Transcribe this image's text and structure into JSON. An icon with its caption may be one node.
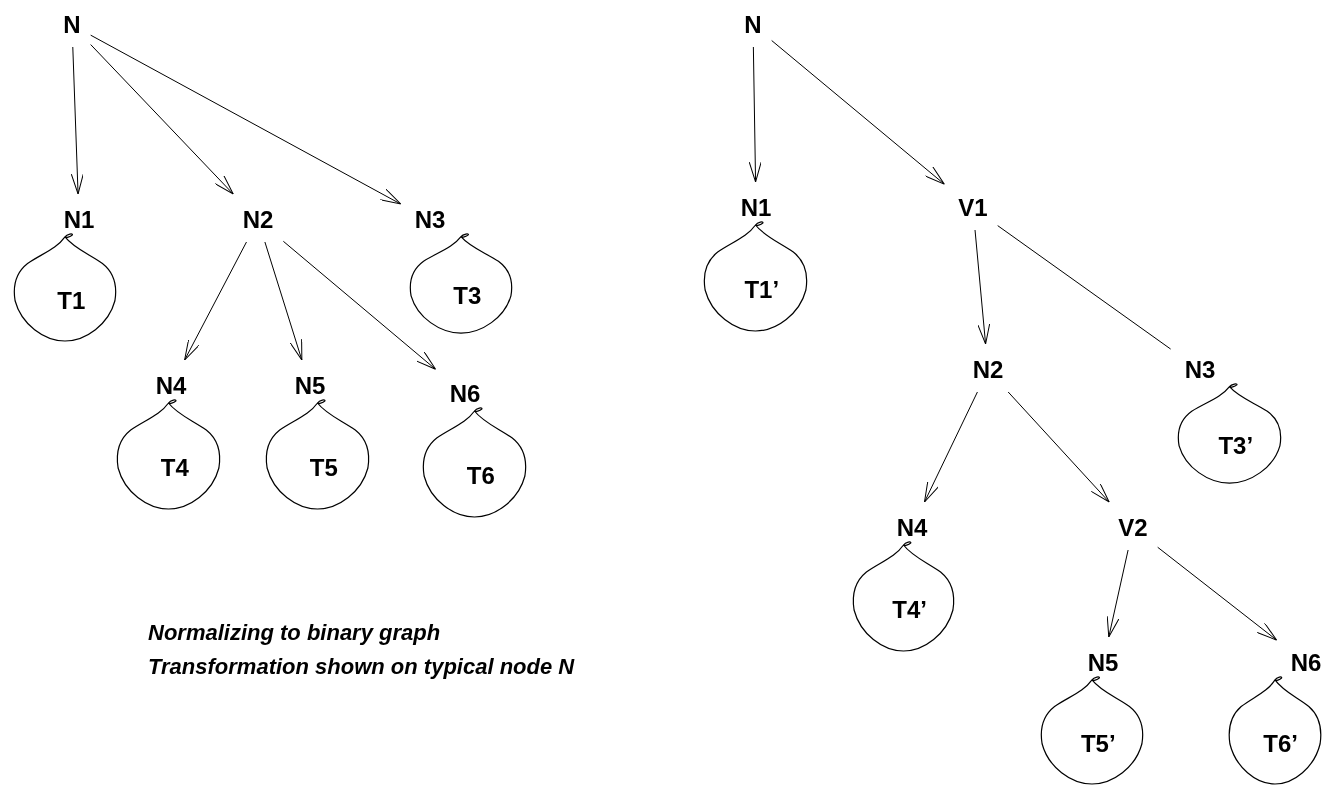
{
  "diagram": {
    "nodes": [
      {
        "text": [
          "N"
        ]
      },
      {
        "text": [
          "N1"
        ]
      },
      {
        "text": [
          "T1"
        ]
      },
      {
        "text": [
          "N2"
        ]
      },
      {
        "text": [
          "N3"
        ]
      },
      {
        "text": [
          "T3"
        ]
      },
      {
        "text": [
          "N4"
        ]
      },
      {
        "text": [
          "T4"
        ]
      },
      {
        "text": [
          "N5"
        ]
      },
      {
        "text": [
          "T5"
        ]
      },
      {
        "text": [
          "N6"
        ]
      },
      {
        "text": [
          "T6"
        ]
      },
      {
        "text": [
          "N"
        ]
      },
      {
        "text": [
          "N1"
        ]
      },
      {
        "text": [
          "T1’"
        ]
      },
      {
        "text": [
          "V1"
        ]
      },
      {
        "text": [
          "N2"
        ]
      },
      {
        "text": [
          "N3"
        ]
      },
      {
        "text": [
          "T3’"
        ]
      },
      {
        "text": [
          "N4"
        ]
      },
      {
        "text": [
          "T4’"
        ]
      },
      {
        "text": [
          "V2"
        ]
      },
      {
        "text": [
          "N5"
        ]
      },
      {
        "text": [
          "T5’"
        ]
      },
      {
        "text": [
          "N6"
        ]
      },
      {
        "text": [
          "T6’"
        ]
      }
    ],
    "edges": [
      {
        "from": 0,
        "to": 1,
        "arrow": "to"
      },
      {
        "from": 0,
        "to": 3,
        "arrow": "to"
      },
      {
        "from": 0,
        "to": 4,
        "arrow": "to"
      },
      {
        "from": 3,
        "to": 6,
        "arrow": "to"
      },
      {
        "from": 3,
        "to": 8,
        "arrow": "to"
      },
      {
        "from": 3,
        "to": 10,
        "arrow": "to"
      },
      {
        "from": 12,
        "to": 13,
        "arrow": "to"
      },
      {
        "from": 12,
        "to": 15,
        "arrow": "to"
      },
      {
        "from": 15,
        "to": 16,
        "arrow": "to"
      },
      {
        "from": 15,
        "to": 17,
        "arrow": "none"
      },
      {
        "from": 16,
        "to": 19,
        "arrow": "to"
      },
      {
        "from": 16,
        "to": 21,
        "arrow": "to"
      },
      {
        "from": 21,
        "to": 22,
        "arrow": "to"
      },
      {
        "from": 21,
        "to": 24,
        "arrow": "to"
      }
    ],
    "labels": [
      "Normalizing to binary graph",
      "Transformation shown on typical node N"
    ]
  }
}
